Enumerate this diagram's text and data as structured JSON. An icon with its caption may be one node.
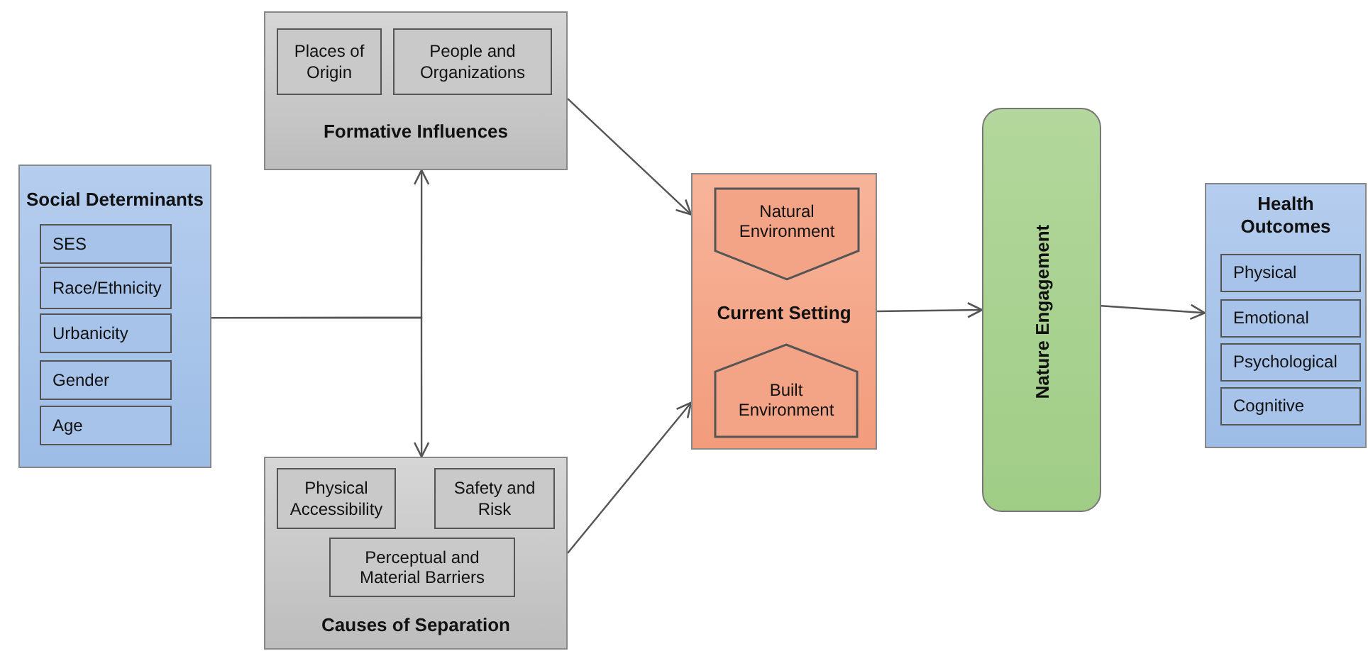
{
  "diagram": {
    "nodes": [
      {
        "text": [
          "Social Determinants"
        ]
      },
      {
        "text": [
          "SES"
        ],
        "in": 0
      },
      {
        "text": [
          "Race/Ethnicity"
        ],
        "in": 0
      },
      {
        "text": [
          "Urbanicity"
        ],
        "in": 0
      },
      {
        "text": [
          "Gender"
        ],
        "in": 0
      },
      {
        "text": [
          "Age"
        ],
        "in": 0
      },
      {
        "text": [
          "Formative Influences"
        ]
      },
      {
        "text": [
          "Places of Origin"
        ],
        "in": 6
      },
      {
        "text": [
          "People and Organizations"
        ],
        "in": 6
      },
      {
        "text": [
          "Causes of Separation"
        ]
      },
      {
        "text": [
          "Physical Accessibility"
        ],
        "in": 9
      },
      {
        "text": [
          "Safety and Risk"
        ],
        "in": 9
      },
      {
        "text": [
          "Perceptual and Material Barriers"
        ],
        "in": 9
      },
      {
        "text": [
          "Current Setting"
        ]
      },
      {
        "text": [
          "Natural Environment"
        ],
        "in": 13
      },
      {
        "text": [
          "Built Environment"
        ],
        "in": 13
      },
      {
        "text": [
          "Nature Engagement"
        ]
      },
      {
        "text": [
          "Health Outcomes"
        ]
      },
      {
        "text": [
          "Physical"
        ],
        "in": 17
      },
      {
        "text": [
          "Emotional"
        ],
        "in": 17
      },
      {
        "text": [
          "Psychological"
        ],
        "in": 17
      },
      {
        "text": [
          "Cognitive"
        ],
        "in": 17
      }
    ],
    "edges": [
      {
        "from": 0,
        "to": 6,
        "arrow": "to"
      },
      {
        "from": 0,
        "to": 9,
        "arrow": "to"
      },
      {
        "from": 6,
        "to": 13,
        "arrow": "to"
      },
      {
        "from": 9,
        "to": 13,
        "arrow": "to"
      },
      {
        "from": 13,
        "to": 16,
        "arrow": "to"
      },
      {
        "from": 16,
        "to": 17,
        "arrow": "to"
      }
    ]
  }
}
